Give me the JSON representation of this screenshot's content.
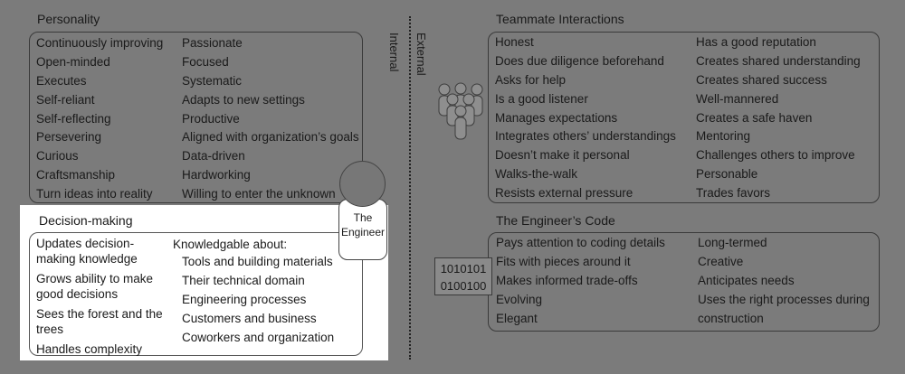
{
  "personality": {
    "title": "Personality",
    "left": [
      "Continuously improving",
      "Open-minded",
      "Executes",
      "Self-reliant",
      "Self-reflecting",
      "Persevering",
      "Curious",
      "Craftsmanship",
      "Turn ideas into reality"
    ],
    "right": [
      "Passionate",
      "Focused",
      "Systematic",
      "Adapts to new settings",
      "Productive",
      "Aligned with organization’s goals",
      "Data-driven",
      "Hardworking",
      "Willing to enter the unknown"
    ]
  },
  "decision": {
    "title": "Decision-making",
    "left": [
      "Updates decision-making knowledge",
      "Grows ability to make good decisions",
      "Sees the forest and the trees",
      "Handles complexity"
    ],
    "right_heading": "Knowledgable about:",
    "right": [
      "Tools and building materials",
      "Their technical domain",
      "Engineering processes",
      "Customers and business",
      "Coworkers and organization"
    ]
  },
  "engineer": {
    "label": "The Engineer"
  },
  "divider": {
    "internal": "Internal",
    "external": "External"
  },
  "teammate": {
    "title": "Teammate Interactions",
    "left": [
      "Honest",
      "Does due diligence beforehand",
      "Asks for help",
      "Is a good listener",
      "Manages expectations",
      "Integrates others’ understandings",
      "Doesn’t make it personal",
      "Walks-the-walk",
      "Resists external pressure"
    ],
    "right": [
      "Has a good reputation",
      "Creates shared understanding",
      "Creates shared success",
      "Well-mannered",
      "Creates a safe haven",
      "Mentoring",
      "Challenges others to improve",
      "Personable",
      "Trades favors"
    ]
  },
  "code": {
    "title": "The Engineer’s Code",
    "left": [
      "Pays attention to coding details",
      "Fits with pieces around it",
      "Makes informed trade-offs",
      "Evolving",
      "Elegant"
    ],
    "right": [
      "Long-termed",
      "Creative",
      "Anticipates needs",
      "Uses the right processes during construction"
    ],
    "binary": [
      "1010101",
      "0100100"
    ]
  },
  "icons": {
    "people": "people-group-icon"
  }
}
